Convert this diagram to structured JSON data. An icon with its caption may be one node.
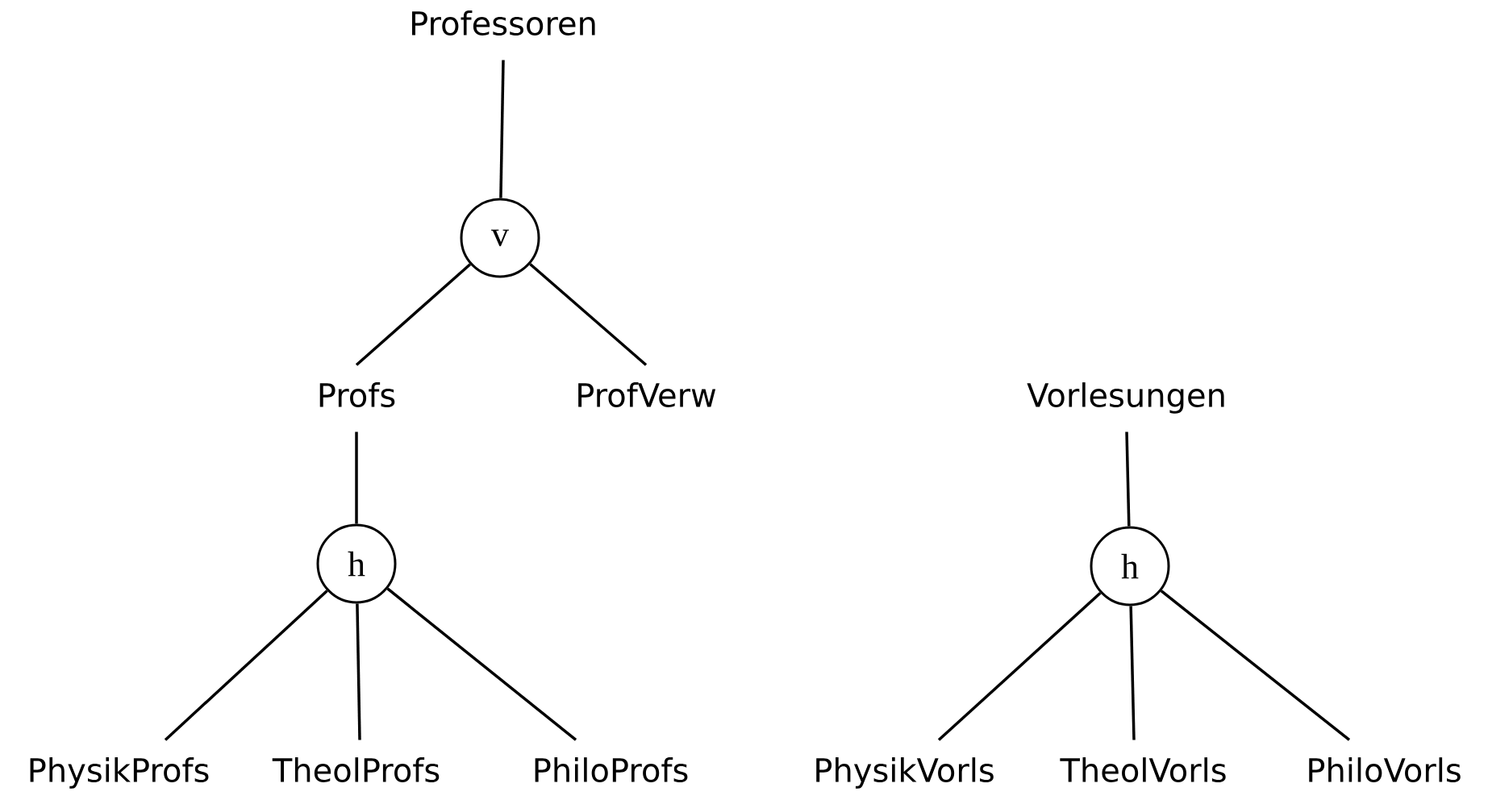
{
  "diagram": {
    "nodes": [
      {
        "text": [
          "Professoren"
        ]
      },
      {
        "text": [
          "v"
        ]
      },
      {
        "text": [
          "Profs"
        ]
      },
      {
        "text": [
          "ProfVerw"
        ]
      },
      {
        "text": [
          "h"
        ]
      },
      {
        "text": [
          "PhysikProfs"
        ]
      },
      {
        "text": [
          "TheolProfs"
        ]
      },
      {
        "text": [
          "PhiloProfs"
        ]
      },
      {
        "text": [
          "Vorlesungen"
        ]
      },
      {
        "text": [
          "h"
        ]
      },
      {
        "text": [
          "PhysikVorls"
        ]
      },
      {
        "text": [
          "TheolVorls"
        ]
      },
      {
        "text": [
          "PhiloVorls"
        ]
      }
    ],
    "edges": [
      {
        "from": 0,
        "to": 1,
        "arrow": "none"
      },
      {
        "from": 1,
        "to": 2,
        "arrow": "none"
      },
      {
        "from": 1,
        "to": 3,
        "arrow": "none"
      },
      {
        "from": 2,
        "to": 4,
        "arrow": "none"
      },
      {
        "from": 4,
        "to": 5,
        "arrow": "none"
      },
      {
        "from": 4,
        "to": 6,
        "arrow": "none"
      },
      {
        "from": 4,
        "to": 7,
        "arrow": "none"
      },
      {
        "from": 8,
        "to": 9,
        "arrow": "none"
      },
      {
        "from": 9,
        "to": 10,
        "arrow": "none"
      },
      {
        "from": 9,
        "to": 11,
        "arrow": "none"
      },
      {
        "from": 9,
        "to": 12,
        "arrow": "none"
      }
    ]
  }
}
